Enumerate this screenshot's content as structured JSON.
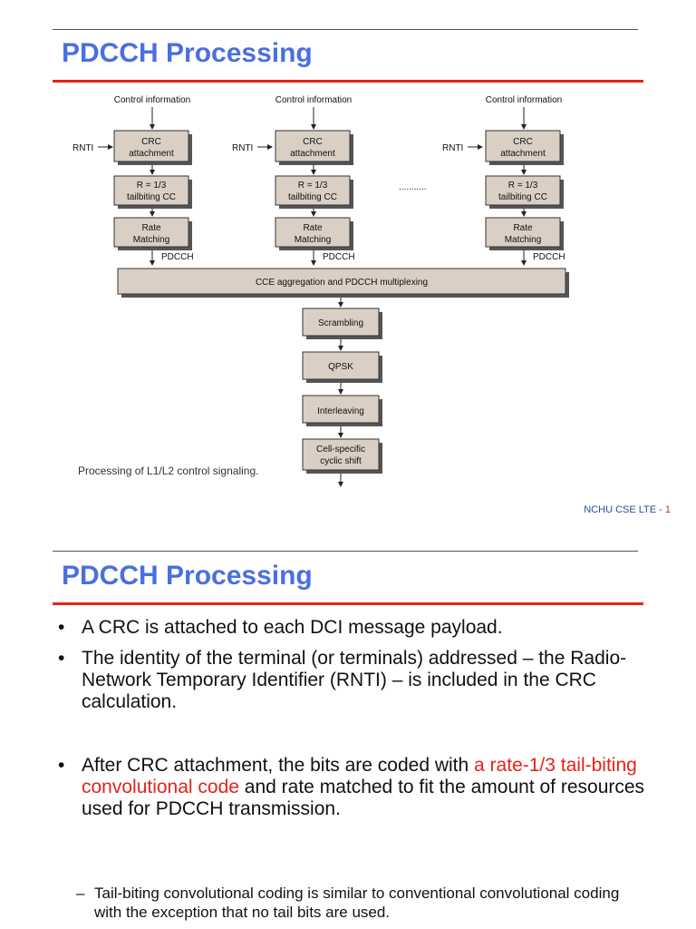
{
  "slide1": {
    "title": "PDCCH Processing",
    "diagram": {
      "control_info": "Control information",
      "rnti": "RNTI",
      "crc_l1": "CRC",
      "crc_l2": "attachment",
      "cc_l1": "R = 1/3",
      "cc_l2": "tailbiting CC",
      "rm_l1": "Rate",
      "rm_l2": "Matching",
      "pdcch": "PDCCH",
      "dots": "...........",
      "aggregation": "CCE aggregation and PDCCH multiplexing",
      "scrambling": "Scrambling",
      "qpsk": "QPSK",
      "interleaving": "Interleaving",
      "shift_l1": "Cell-specific",
      "shift_l2": "cyclic shift"
    },
    "caption": "Processing of L1/L2 control signaling.",
    "footer_text": "NCHU CSE LTE - ",
    "footer_num": "1"
  },
  "slide2": {
    "title": "PDCCH Processing",
    "bullet1": "A CRC is attached to each DCI message payload.",
    "bullet2": "The identity of the terminal (or terminals) addressed – the Radio-Network Temporary Identifier (RNTI) – is included in the CRC calculation.",
    "bullet3_pre": "After CRC attachment, the bits are coded with ",
    "bullet3_hl": "a rate-1/3 tail-biting convolutional code",
    "bullet3_post": " and rate matched to fit the amount of resources used for PDCCH transmission.",
    "sub1": "Tail-biting convolutional coding is similar to conventional convolutional coding with the exception that no tail bits are used."
  }
}
